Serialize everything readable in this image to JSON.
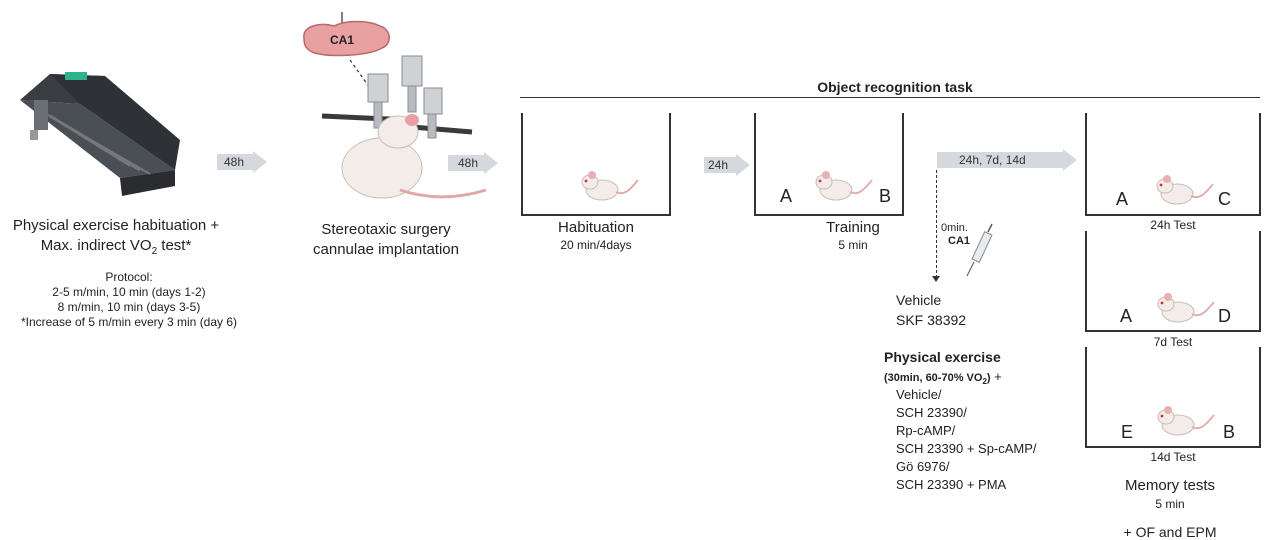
{
  "stage1": {
    "title_line1": "Physical exercise habituation +",
    "title_line2_a": "Max. indirect VO",
    "title_line2_sub": "2",
    "title_line2_b": " test*",
    "protocol_label": "Protocol:",
    "protocol_lines": [
      "2-5 m/min, 10 min (days 1-2)",
      "8 m/min, 10 min (days 3-5)",
      "*Increase of 5 m/min every 3 min (day 6)"
    ]
  },
  "arrow1": {
    "label": "48h"
  },
  "stage2": {
    "brain_label": "CA1",
    "title_line1": "Stereotaxic surgery",
    "title_line2": "cannulae implantation"
  },
  "arrow2": {
    "label": "48h"
  },
  "task": {
    "title": "Object recognition task"
  },
  "habituation": {
    "title": "Habituation",
    "duration": "20 min/4days"
  },
  "arrow3": {
    "label": "24h"
  },
  "training": {
    "title": "Training",
    "duration": "5 min",
    "left_object": "A",
    "right_object": "B"
  },
  "arrow4": {
    "label": "24h, 7d, 14d"
  },
  "injection": {
    "time": "0min.",
    "site": "CA1"
  },
  "treatment1": {
    "line1": "Vehicle",
    "line2": "SKF 38392"
  },
  "treatment2": {
    "title": "Physical exercise",
    "subtitle_a": "(30min, 60-70% VO",
    "subtitle_sub": "2",
    "subtitle_b": ")",
    "subtitle_plus": " +",
    "items": [
      "Vehicle/",
      "SCH 23390/",
      "Rp-cAMP/",
      "SCH 23390 + Sp-cAMP/",
      "Gö 6976/",
      "SCH 23390 + PMA"
    ]
  },
  "tests": [
    {
      "left_object": "A",
      "right_object": "C",
      "label": "24h Test"
    },
    {
      "left_object": "A",
      "right_object": "D",
      "label": "7d Test"
    },
    {
      "left_object": "E",
      "right_object": "B",
      "label": "14d Test"
    }
  ],
  "memory": {
    "title": "Memory tests",
    "duration": "5 min",
    "extra": "+ OF and EPM"
  },
  "colors": {
    "arrow": "#d5d8dc",
    "line": "#333333",
    "brain": "#e8a0a0",
    "brain_stroke": "#b86a6a",
    "rat_fur": "#f3ece8"
  }
}
